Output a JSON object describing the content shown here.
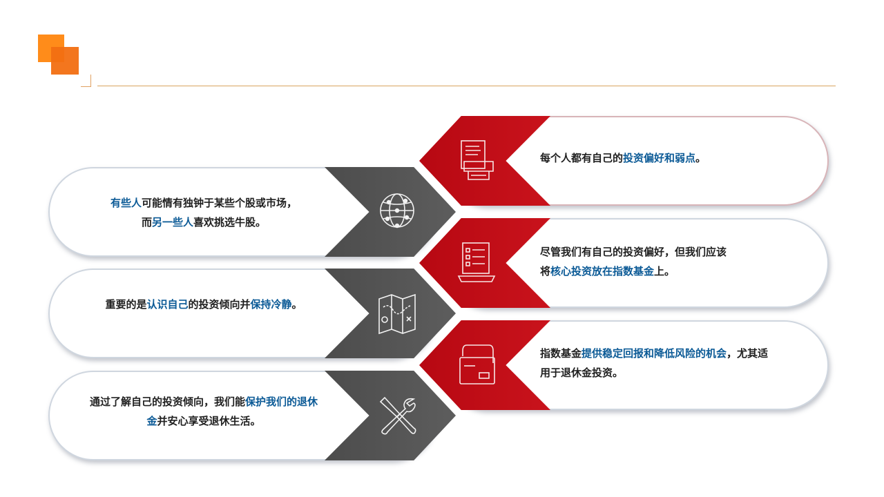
{
  "items": [
    {
      "side": "left",
      "icon": "globe-network-icon",
      "lines": [
        [
          {
            "t": "有些人",
            "h": true
          },
          {
            "t": "可能情有独钟于某些个股或市场，",
            "h": false
          }
        ],
        [
          {
            "t": "而",
            "h": false
          },
          {
            "t": "另一些人",
            "h": true
          },
          {
            "t": "喜欢挑选牛股。",
            "h": false
          }
        ]
      ]
    },
    {
      "side": "left",
      "icon": "map-icon",
      "lines": [
        [
          {
            "t": "重要的是",
            "h": false
          },
          {
            "t": "认识自己",
            "h": true
          },
          {
            "t": "的投资倾向并",
            "h": false
          },
          {
            "t": "保持冷静",
            "h": true
          },
          {
            "t": "。",
            "h": false
          }
        ]
      ]
    },
    {
      "side": "left",
      "icon": "tools-icon",
      "lines": [
        [
          {
            "t": "通过了解自己的投资倾向，我们能",
            "h": false
          },
          {
            "t": "保护我们的退休",
            "h": true
          }
        ],
        [
          {
            "t": "金",
            "h": true
          },
          {
            "t": "并安心享受退休生活。",
            "h": false
          }
        ]
      ]
    },
    {
      "side": "right",
      "icon": "document-printer-icon",
      "lines": [
        [
          {
            "t": "每个人都有自己的",
            "h": false
          },
          {
            "t": "投资偏好和弱点",
            "h": true
          },
          {
            "t": "。",
            "h": false
          }
        ]
      ]
    },
    {
      "side": "right",
      "icon": "checklist-laptop-icon",
      "lines": [
        [
          {
            "t": "尽管我们有自己的投资偏好，但我们应该",
            "h": false
          }
        ],
        [
          {
            "t": "将",
            "h": false
          },
          {
            "t": "核心投资放在指数基金",
            "h": true
          },
          {
            "t": "上。",
            "h": false
          }
        ]
      ]
    },
    {
      "side": "right",
      "icon": "folder-document-icon",
      "lines": [
        [
          {
            "t": "指数基金",
            "h": false
          },
          {
            "t": "提供稳定回报和降低风险的机会",
            "h": true
          },
          {
            "t": "，尤其适",
            "h": false
          }
        ],
        [
          {
            "t": "用于退休金投资。",
            "h": false
          }
        ]
      ]
    }
  ]
}
